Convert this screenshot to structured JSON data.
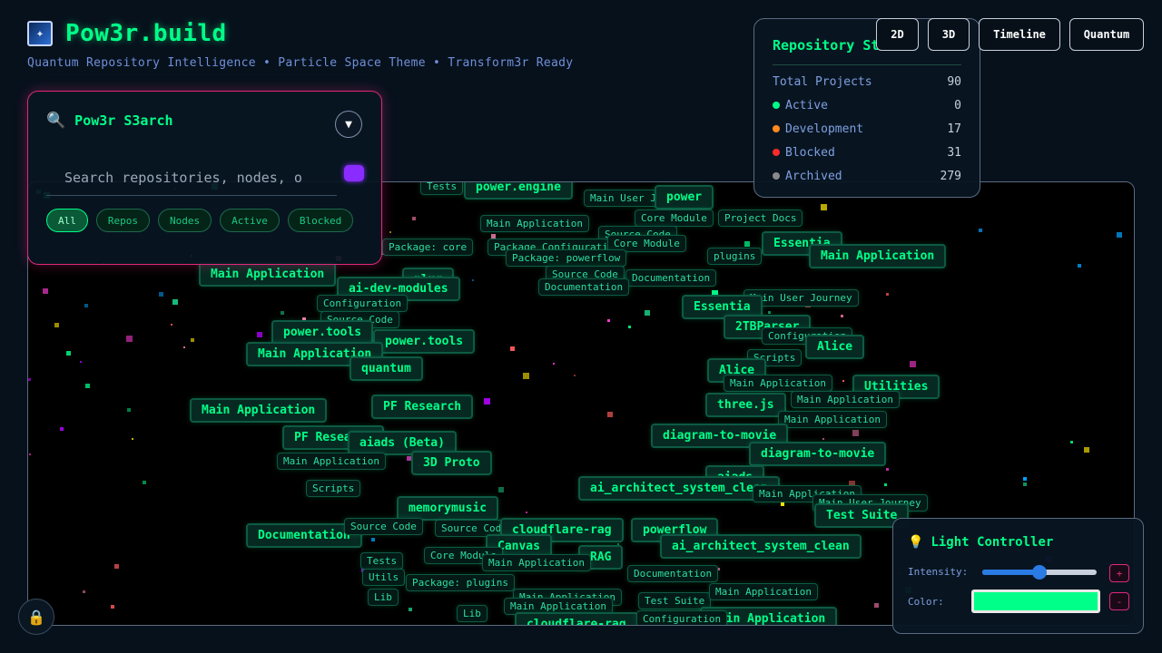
{
  "header": {
    "logo_icon": "galaxy-logo",
    "title": "Pow3r.build",
    "subtitle": "Quantum Repository Intelligence • Particle Space Theme • Transform3r Ready"
  },
  "search": {
    "title": "Pow3r S3arch",
    "icon": "magnifier-icon",
    "collapse_glyph": "▼",
    "placeholder": "Search repositories, nodes, o",
    "filters": [
      "All",
      "Repos",
      "Nodes",
      "Active",
      "Blocked"
    ],
    "active_filter": "All"
  },
  "stats": {
    "title": "Repository Stats",
    "rows": [
      {
        "label": "Total Projects",
        "value": "90",
        "color": ""
      },
      {
        "label": "Active",
        "value": "0",
        "color": "#00ff88"
      },
      {
        "label": "Development",
        "value": "17",
        "color": "#ff8a1e"
      },
      {
        "label": "Blocked",
        "value": "31",
        "color": "#ff2a2a"
      },
      {
        "label": "Archived",
        "value": "279",
        "color": "#8a8a8a"
      }
    ]
  },
  "view_modes": [
    "2D",
    "3D",
    "Timeline",
    "Quantum"
  ],
  "graph": {
    "nodes": [
      {
        "label": "Tests",
        "kind": "small"
      },
      {
        "label": "power.engine",
        "kind": "big"
      },
      {
        "label": "Main User Journey",
        "kind": "small"
      },
      {
        "label": "power",
        "kind": "big"
      },
      {
        "label": "Core Module",
        "kind": "small"
      },
      {
        "label": "Main Application",
        "kind": "small"
      },
      {
        "label": "Source Code",
        "kind": "small"
      },
      {
        "label": "Package: core",
        "kind": "small"
      },
      {
        "label": "Package Configuration",
        "kind": "small"
      },
      {
        "label": "Core Module",
        "kind": "small"
      },
      {
        "label": "Project Docs",
        "kind": "small"
      },
      {
        "label": "Essentia",
        "kind": "big"
      },
      {
        "label": "Main Application",
        "kind": "big"
      },
      {
        "label": "plugins",
        "kind": "small"
      },
      {
        "label": "Package: powerflow",
        "kind": "small"
      },
      {
        "label": "Main Application",
        "kind": "big"
      },
      {
        "label": "Source Code",
        "kind": "small"
      },
      {
        "label": "Documentation",
        "kind": "small"
      },
      {
        "label": "Documentation",
        "kind": "small"
      },
      {
        "label": "plug",
        "kind": "big"
      },
      {
        "label": "ai-dev-modules",
        "kind": "big"
      },
      {
        "label": "Configuration",
        "kind": "small"
      },
      {
        "label": "Main User Journey",
        "kind": "small"
      },
      {
        "label": "Essentia",
        "kind": "big"
      },
      {
        "label": "2TBParser",
        "kind": "big"
      },
      {
        "label": "Configuration",
        "kind": "small"
      },
      {
        "label": "Source Code",
        "kind": "small"
      },
      {
        "label": "power.tools",
        "kind": "big"
      },
      {
        "label": "power.tools",
        "kind": "big"
      },
      {
        "label": "Alice",
        "kind": "big"
      },
      {
        "label": "Main Application",
        "kind": "big"
      },
      {
        "label": "Scripts",
        "kind": "small"
      },
      {
        "label": "quantum",
        "kind": "big"
      },
      {
        "label": "Alice",
        "kind": "big"
      },
      {
        "label": "Main Application",
        "kind": "small"
      },
      {
        "label": "Utilities",
        "kind": "big"
      },
      {
        "label": "three.js",
        "kind": "big"
      },
      {
        "label": "Main Application",
        "kind": "small"
      },
      {
        "label": "Main Application",
        "kind": "big"
      },
      {
        "label": "PF Research",
        "kind": "big"
      },
      {
        "label": "Main Application",
        "kind": "small"
      },
      {
        "label": "diagram-to-movie",
        "kind": "big"
      },
      {
        "label": "PF Research",
        "kind": "big"
      },
      {
        "label": "aiads (Beta)",
        "kind": "big"
      },
      {
        "label": "diagram-to-movie",
        "kind": "big"
      },
      {
        "label": "Main Application",
        "kind": "small"
      },
      {
        "label": "3D Proto",
        "kind": "big"
      },
      {
        "label": "aiads",
        "kind": "big"
      },
      {
        "label": "ai_architect_system_clean",
        "kind": "big"
      },
      {
        "label": "Scripts",
        "kind": "small"
      },
      {
        "label": "Main Application",
        "kind": "small"
      },
      {
        "label": "Main User Journey",
        "kind": "small"
      },
      {
        "label": "memorymusic",
        "kind": "big"
      },
      {
        "label": "Test Suite",
        "kind": "big"
      },
      {
        "label": "Documentation",
        "kind": "big"
      },
      {
        "label": "Source Code",
        "kind": "small"
      },
      {
        "label": "Source Code",
        "kind": "small"
      },
      {
        "label": "cloudflare-rag",
        "kind": "big"
      },
      {
        "label": "powerflow",
        "kind": "big"
      },
      {
        "label": "Canvas",
        "kind": "big"
      },
      {
        "label": "ai_architect_system_clean",
        "kind": "big"
      },
      {
        "label": "Tests",
        "kind": "small"
      },
      {
        "label": "Core Module",
        "kind": "small"
      },
      {
        "label": "RAG",
        "kind": "big"
      },
      {
        "label": "Main Application",
        "kind": "small"
      },
      {
        "label": "Utils",
        "kind": "small"
      },
      {
        "label": "Documentation",
        "kind": "small"
      },
      {
        "label": "Package: plugins",
        "kind": "small"
      },
      {
        "label": "Main Application",
        "kind": "small"
      },
      {
        "label": "Lib",
        "kind": "small"
      },
      {
        "label": "Test Suite",
        "kind": "small"
      },
      {
        "label": "Main Application",
        "kind": "small"
      },
      {
        "label": "Lib",
        "kind": "small"
      },
      {
        "label": "cloudflare-rag",
        "kind": "big"
      },
      {
        "label": "Main Application",
        "kind": "big"
      },
      {
        "label": "Configuration",
        "kind": "small"
      },
      {
        "label": "Main Application",
        "kind": "small"
      }
    ]
  },
  "light_controller": {
    "icon": "lightbulb-icon",
    "title": "Light Controller",
    "intensity_label": "Intensity:",
    "intensity_value": 0.5,
    "color_label": "Color:",
    "color": "#00ff88",
    "plus_label": "+",
    "minus_label": "-"
  },
  "lock_icon": "lock-icon"
}
